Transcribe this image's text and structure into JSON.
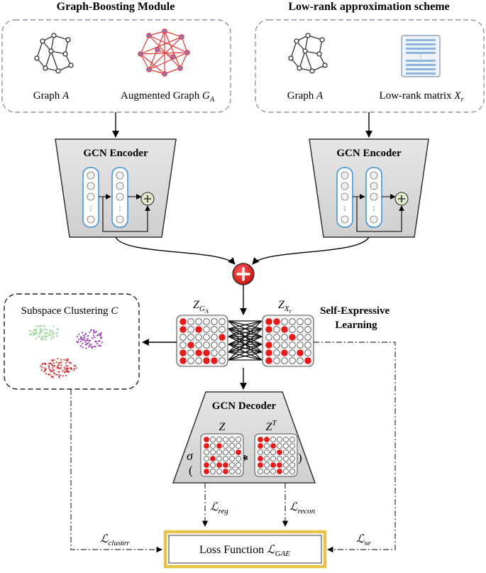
{
  "modules": {
    "graph_boosting": {
      "title": "Graph-Boosting Module",
      "graph_label": "Graph",
      "graph_symbol": "A",
      "augmented_label": "Augmented Graph",
      "augmented_symbol": "G",
      "augmented_subscript": "A"
    },
    "low_rank": {
      "title": "Low-rank approximation scheme",
      "graph_label": "Graph",
      "graph_symbol": "A",
      "matrix_label": "Low-rank matrix",
      "matrix_symbol": "X",
      "matrix_subscript": "r"
    }
  },
  "encoder_left": {
    "title": "GCN Encoder"
  },
  "encoder_right": {
    "title": "GCN Encoder"
  },
  "fusion": {
    "icon": "plus-circle-icon",
    "color": "#e21b1b"
  },
  "self_expressive": {
    "label_line1": "Self-Expressive",
    "label_line2": "Learning",
    "z_left_symbol": "Z",
    "z_left_sub": "G",
    "z_left_subsub": "A",
    "z_right_symbol": "Z",
    "z_right_sub": "X",
    "z_right_subsub": "r"
  },
  "clustering": {
    "label": "Subspace Clustering",
    "symbol": "C",
    "cluster_colors": [
      "#9bd99b",
      "#9a3fb0",
      "#d23a3a"
    ]
  },
  "decoder": {
    "title": "GCN Decoder",
    "sigma": "σ",
    "open_paren": "(",
    "close_paren": ")",
    "z_label": "Z",
    "zt_label": "Z",
    "zt_sup": "T",
    "multiply": "*"
  },
  "losses": {
    "reg_symbol": "ℒ",
    "reg_sub": "reg",
    "recon_symbol": "ℒ",
    "recon_sub": "recon",
    "cluster_symbol": "ℒ",
    "cluster_sub": "cluster",
    "se_symbol": "ℒ",
    "se_sub": "se",
    "box_label": "Loss Function",
    "box_symbol": "ℒ",
    "box_sub": "GAE"
  },
  "colors": {
    "accent_red": "#e21b1b",
    "loss_border": "#e8c34a",
    "matrix_stripe": "#8fb4e0",
    "encoder_fill": "#d9d9d9",
    "layer_border": "#3d8fd6"
  }
}
